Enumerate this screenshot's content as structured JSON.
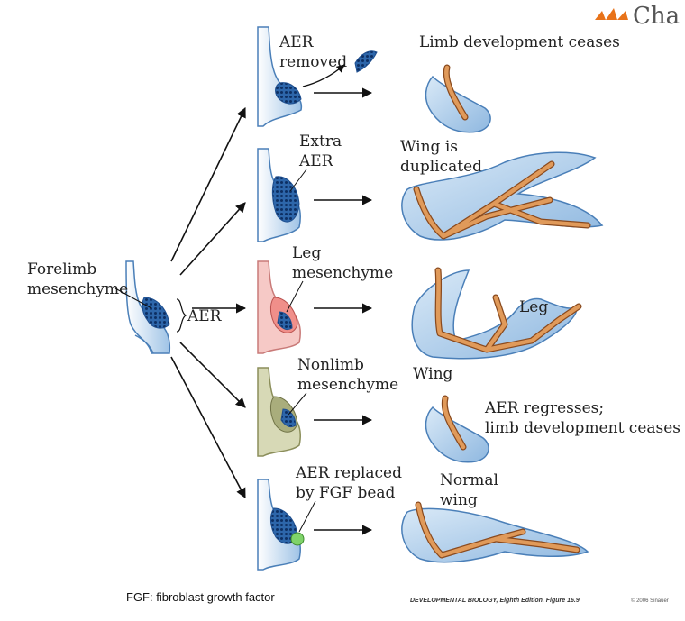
{
  "logo": {
    "mark_color": "#e8731a",
    "text": "Cha"
  },
  "source": {
    "left_label_line1": "Forelimb",
    "left_label_line2": "mesenchyme",
    "aer_label": "AER"
  },
  "rows": [
    {
      "label_lines": [
        "AER",
        "removed"
      ],
      "result_lines": [
        "Limb development ceases"
      ]
    },
    {
      "label_lines": [
        "Extra",
        "AER"
      ],
      "result_lines": [
        "Wing is",
        "duplicated"
      ]
    },
    {
      "label_lines": [
        "Leg",
        "mesenchyme"
      ],
      "result_leg_label": "Leg",
      "result_wing_label": "Wing"
    },
    {
      "label_lines": [
        "Nonlimb",
        "mesenchyme"
      ],
      "result_lines": [
        "AER regresses;",
        "limb development ceases"
      ]
    },
    {
      "label_lines": [
        "AER replaced",
        "by FGF bead"
      ],
      "result_lines": [
        "Normal",
        "wing"
      ]
    }
  ],
  "colors": {
    "ectoderm": "#bcd7ee",
    "ectoderm_dark": "#5b8fc4",
    "aer_dots": "#1f4f8f",
    "bone": "#e09a5a",
    "bone_outline": "#8a4a1e",
    "leg_mesenchyme": "#f3a8a5",
    "nonlimb_mesenchyme": "#a9ad7c",
    "fgf_bead": "#7fd36a"
  },
  "footer": {
    "caption": "FGF: fibroblast growth factor",
    "credit": "DEVELOPMENTAL BIOLOGY, Eighth Edition, Figure 16.9",
    "copyright": "© 2006 Sinauer"
  }
}
